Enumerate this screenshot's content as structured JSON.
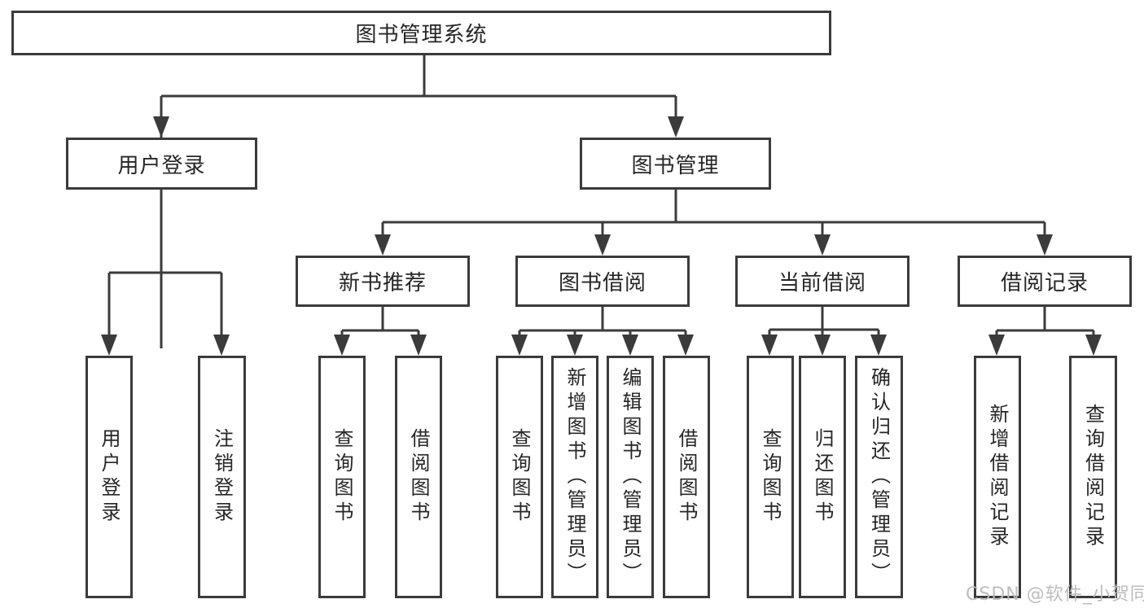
{
  "title": "图书管理系统",
  "level2": {
    "user_login": "用户登录",
    "book_management": "图书管理"
  },
  "level3": {
    "new_book_recommend": "新书推荐",
    "book_borrow": "图书借阅",
    "current_borrow": "当前借阅",
    "borrow_record": "借阅记录"
  },
  "leaves": {
    "user_login": [
      "用户登录",
      "注销登录"
    ],
    "new_book_recommend": [
      "查询图书",
      "借阅图书"
    ],
    "book_borrow": [
      "查询图书",
      "新增图书（管理员）",
      "编辑图书（管理员）",
      "借阅图书"
    ],
    "current_borrow": [
      "查询图书",
      "归还图书",
      "确认归还（管理员）"
    ],
    "borrow_record": [
      "新增借阅记录",
      "查询借阅记录"
    ]
  },
  "watermark": "CSDN @软件_小贺同学",
  "colors": {
    "line": "#3b3b3b",
    "text": "#262626",
    "background": "#ffffff",
    "watermark": "#b9b9b9"
  }
}
